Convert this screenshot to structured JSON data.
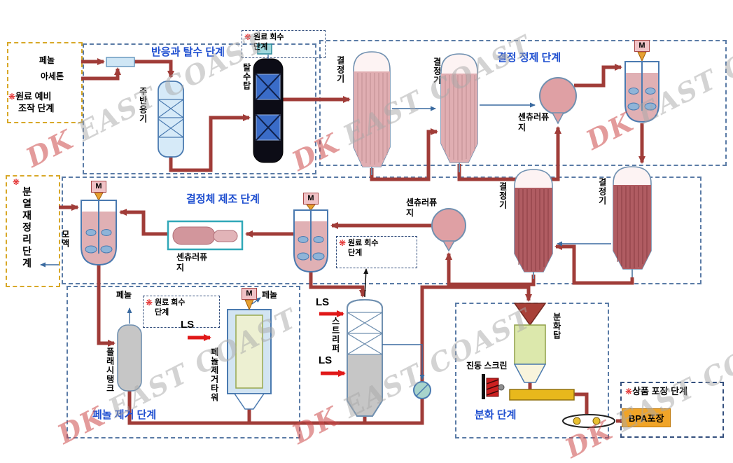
{
  "watermark": {
    "brand": "DK",
    "text": "EAST COAST"
  },
  "stages": {
    "prep": {
      "title_line1": "원료 예비",
      "title_line2": "조작 단계"
    },
    "reaction": {
      "title": "반응과 탈수 단계"
    },
    "purification": {
      "title": "결정 정제 단계"
    },
    "crystal_mfg": {
      "title": "결정체 제조 단계"
    },
    "reorg": {
      "title": "분열재정리단계"
    },
    "phenol_removal": {
      "title": "페놀 제거 단계"
    },
    "granulation": {
      "title": "분화 단계"
    },
    "packaging": {
      "title": "상품 포장 단계",
      "bpa_label": "BPA포장"
    }
  },
  "recovery_box": {
    "line1": "원료 회수",
    "line2": "단계"
  },
  "streams": {
    "phenol": "페놀",
    "acetone": "아세톤",
    "mother_liquor": "모액",
    "steam": "LS"
  },
  "equipment": {
    "main_reactor": "주반응기",
    "dehydration_tower": "탈수탑",
    "crystallizer": "결정기",
    "centrifuge": "센츄러퓨지",
    "flash_tank": "플래시탱크",
    "phenol_tower": "페놀제거타워",
    "stripper": "스트리퍼",
    "prilling_tower": "분화탑",
    "vibrating_screen": "진동 스크린",
    "motor": "M"
  },
  "symbols": {
    "asterisk": "❋"
  },
  "colors": {
    "flow_line": "#a03c38",
    "ls_arrow": "#e01818",
    "stage_border_blue": "#5a7ba6",
    "stage_border_yellow": "#d8a828",
    "title_blue": "#1f4fd0",
    "bpa_bg": "#f0a428"
  }
}
